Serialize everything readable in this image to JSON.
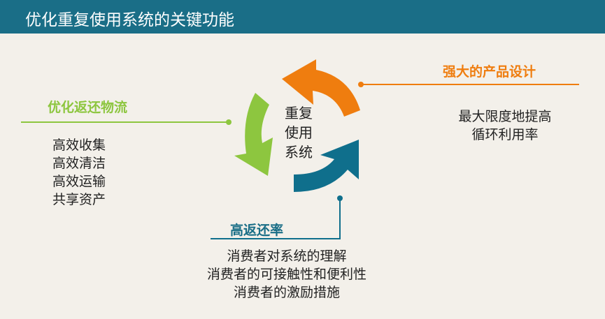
{
  "header": {
    "title": "优化重复使用系统的关键功能"
  },
  "center": {
    "lines": [
      "重复",
      "使用",
      "系统"
    ]
  },
  "left": {
    "heading": "优化返还物流",
    "items": [
      "高效收集",
      "高效清洁",
      "高效运输",
      "共享资产"
    ]
  },
  "right": {
    "heading": "强大的产品设计",
    "items": [
      "最大限度地提高",
      "循环利用率"
    ]
  },
  "bottom": {
    "heading": "高返还率",
    "items": [
      "消费者对系统的理解",
      "消费者的可接触性和便利性",
      "消费者的激励措施"
    ]
  },
  "colors": {
    "header": "#1a6e87",
    "orange": "#ef7d0f",
    "green": "#8dc63f",
    "teal": "#0f6f8c",
    "background": "#f3f0ea"
  }
}
